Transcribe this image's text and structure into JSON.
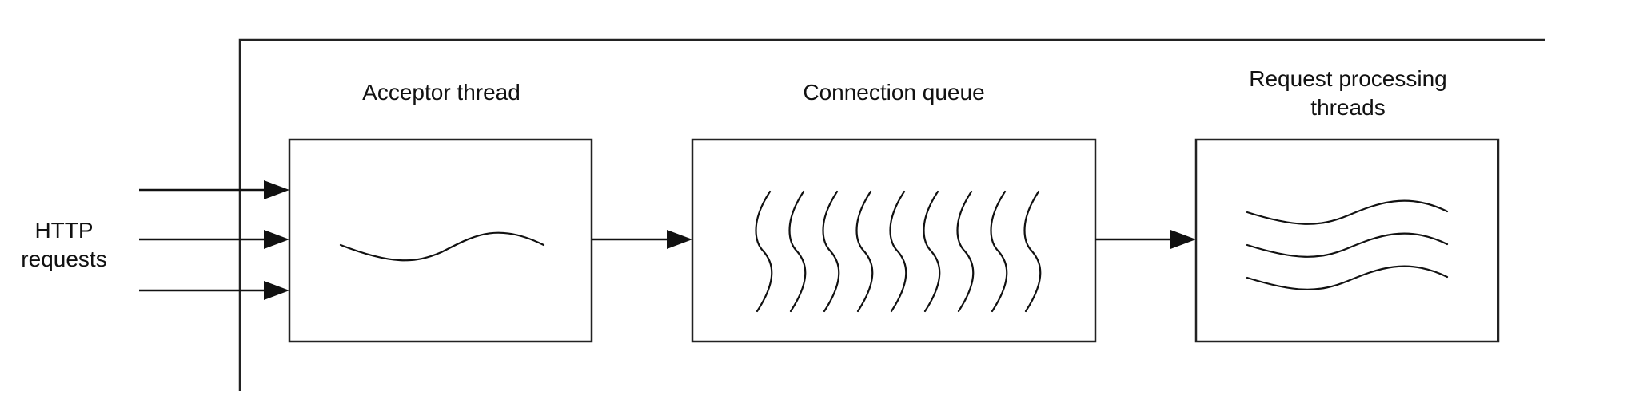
{
  "labels": {
    "http_line1": "HTTP",
    "http_line2": "requests",
    "acceptor": "Acceptor thread",
    "queue": "Connection queue",
    "processing_line1": "Request processing",
    "processing_line2": "threads"
  },
  "colors": {
    "stroke": "#222222",
    "text": "#111111",
    "background": "#ffffff"
  }
}
